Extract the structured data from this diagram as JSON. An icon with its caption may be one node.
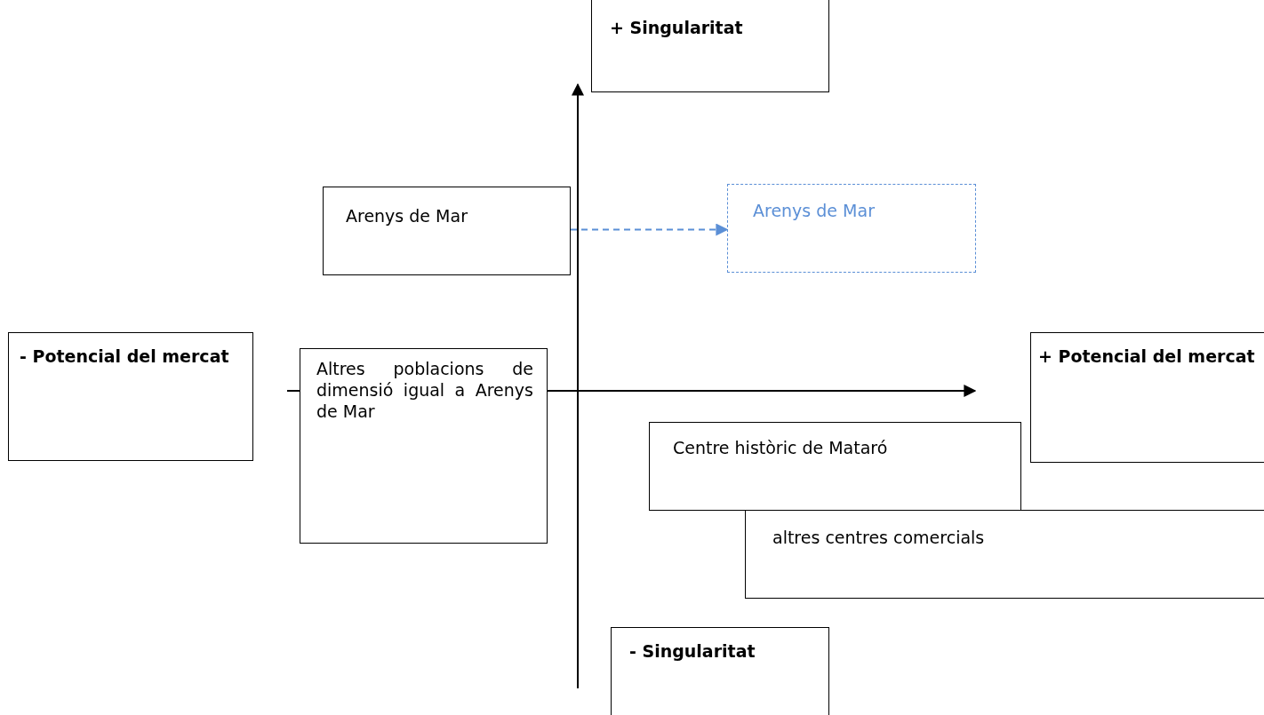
{
  "diagram": {
    "nodes": [
      {
        "text": [
          "+ Singularitat"
        ]
      },
      {
        "text": [
          "Arenys de Mar"
        ]
      },
      {
        "text": [
          "Arenys de Mar"
        ]
      },
      {
        "text": [
          "- Potencial del mercat"
        ]
      },
      {
        "text": [
          "Altres poblacions de dimensió igual a Arenys de Mar"
        ]
      },
      {
        "text": [
          "+ Potencial del mercat"
        ]
      },
      {
        "text": [
          "Centre històric de Mataró"
        ]
      },
      {
        "text": [
          "altres centres comercials"
        ]
      },
      {
        "text": [
          "- Singularitat"
        ]
      }
    ],
    "edges": [
      {
        "from": 1,
        "to": 2,
        "arrow": "to",
        "style": "dashed",
        "color": "#5b8fd6"
      }
    ]
  }
}
